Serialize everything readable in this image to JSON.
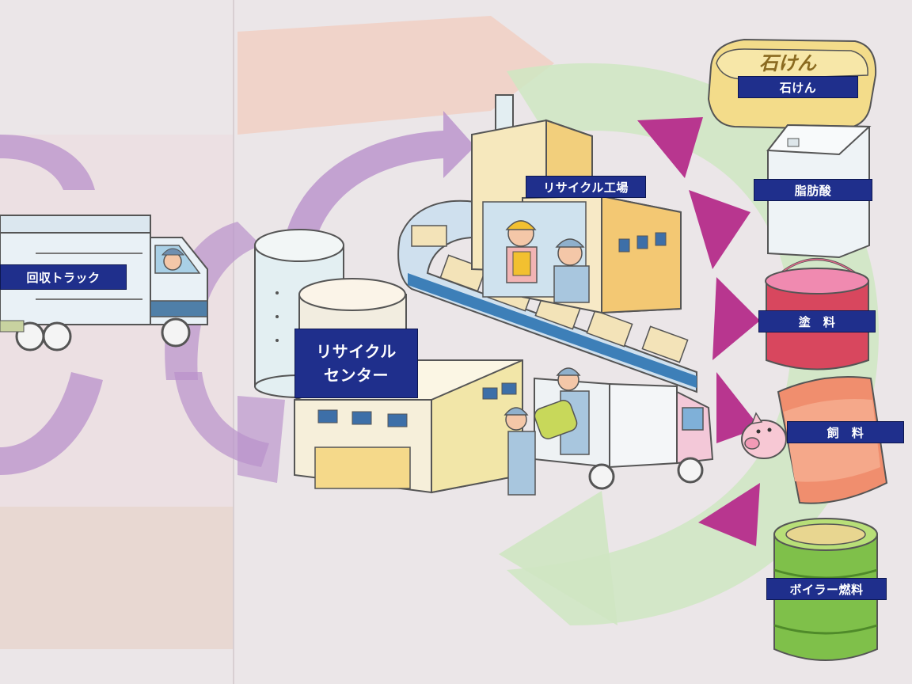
{
  "labels": {
    "collection_truck": "回収トラック",
    "recycle_center_line1": "リサイクル",
    "recycle_center_line2": "センター",
    "recycle_factory": "リサイクル工場",
    "soap": "石けん",
    "soap_logo": "石けん",
    "fatty_acid": "脂肪酸",
    "paint": "塗　料",
    "feed": "飼　料",
    "boiler_fuel": "ボイラー燃料"
  },
  "colors": {
    "label_bg": "#1f2f8c",
    "flow_purple": "#b48ec8",
    "flow_green": "#cfe6c0",
    "flow_peach": "#f2d0c4",
    "arrow_magenta": "#b8368f"
  }
}
